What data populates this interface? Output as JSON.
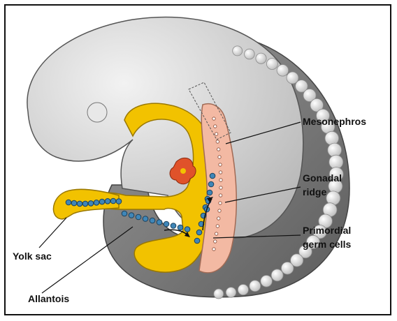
{
  "labels": {
    "mesonephros": "Mesonephros",
    "gonadal_ridge_line1": "Gonadal",
    "gonadal_ridge_line2": "ridge",
    "primordial_line1": "Primordial",
    "primordial_line2": "germ cells",
    "yolk_sac": "Yolk sac",
    "allantois": "Allantois"
  },
  "colors": {
    "embryo_light": "#d9d9d9",
    "embryo_dark": "#7a7a7a",
    "yolk": "#f2c200",
    "mesonephros": "#f3b9a3",
    "germ_cell": "#3f86b8",
    "heart": "#e0522a"
  }
}
